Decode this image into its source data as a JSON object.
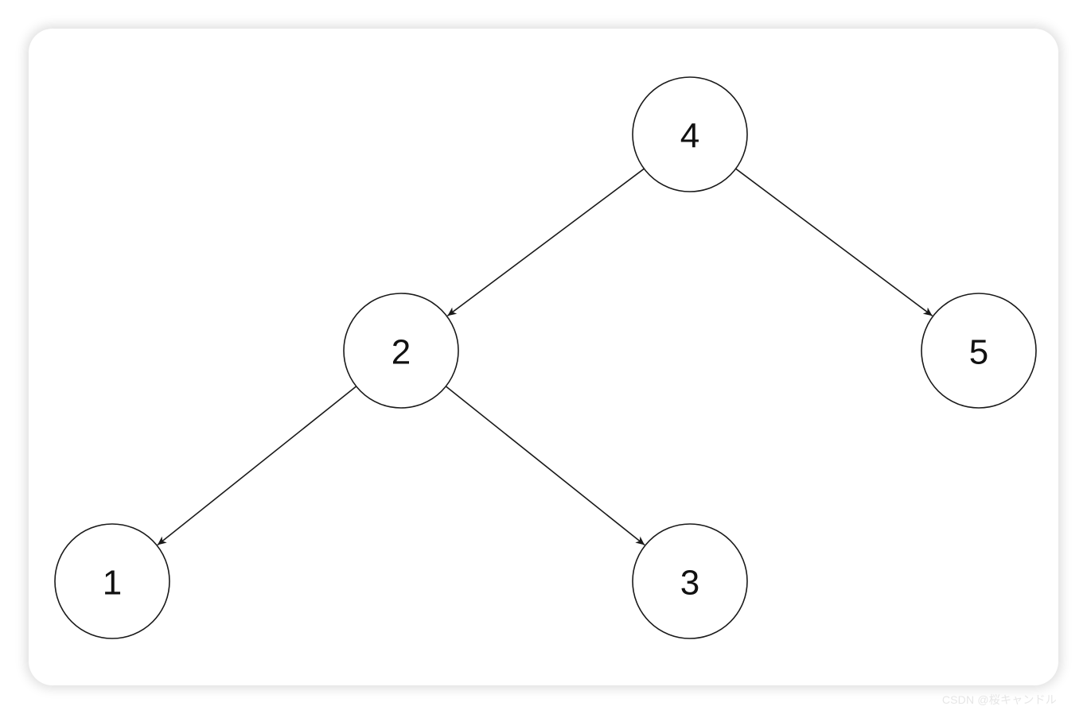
{
  "diagram": {
    "type": "binary-tree",
    "nodes": [
      {
        "id": "n4",
        "label": "4"
      },
      {
        "id": "n2",
        "label": "2"
      },
      {
        "id": "n5",
        "label": "5"
      },
      {
        "id": "n1",
        "label": "1"
      },
      {
        "id": "n3",
        "label": "3"
      }
    ],
    "edges": [
      {
        "from": "n4",
        "to": "n2"
      },
      {
        "from": "n4",
        "to": "n5"
      },
      {
        "from": "n2",
        "to": "n1"
      },
      {
        "from": "n2",
        "to": "n3"
      }
    ],
    "colors": {
      "stroke": "#1a1a1a",
      "background": "#ffffff"
    }
  },
  "watermark": {
    "text": "CSDN @桜キャンドル"
  }
}
